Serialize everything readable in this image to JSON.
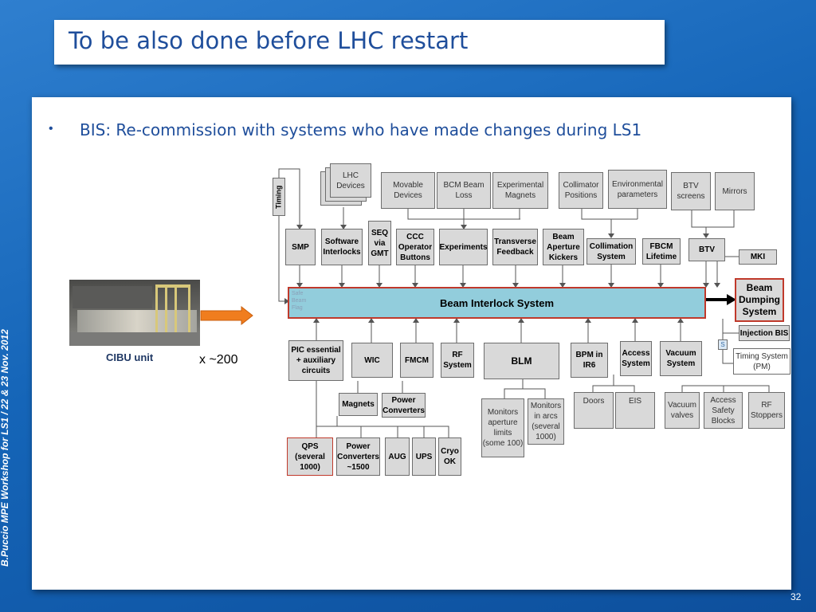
{
  "slide": {
    "title": "To be also done before LHC restart",
    "bullet": "BIS: Re-commission with systems who have made changes  during LS1",
    "bullet_marker": "•",
    "side_text": "B.Puccio  MPE Workshop for LS1 /  22 & 23 Nov. 2012",
    "page_number": "32",
    "photo_label": "CIBU unit",
    "multiplier": "x ~200"
  },
  "diagram": {
    "timing": "Timing",
    "lhc_devices": "LHC Devices",
    "movable_devices": "Movable Devices",
    "bcm": "BCM Beam Loss",
    "experimental_magnets": "Experimental Magnets",
    "collimator_positions": "Collimator Positions",
    "environmental_parameters": "Environmental parameters",
    "btv_screens": "BTV screens",
    "mirrors": "Mirrors",
    "smp": "SMP",
    "software_interlocks": "Software Interlocks",
    "seq": "SEQ via GMT",
    "ccc": "CCC Operator Buttons",
    "experiments": "Experiments",
    "transverse_feedback": "Transverse Feedback",
    "beam_aperture_kickers": "Beam Aperture Kickers",
    "collimation_system": "Collimation System",
    "fbcm": "FBCM Lifetime",
    "btv": "BTV",
    "mki": "MKI",
    "safe_beam_flag": "Safe Beam Flag",
    "bis": "Beam Interlock System",
    "bds": "Beam Dumping System",
    "injection_bis": "Injection BIS",
    "timing_system": "Timing System (PM)",
    "pic": "PIC essential + auxiliary circuits",
    "wic": "WIC",
    "fmcm": "FMCM",
    "rf_system": "RF System",
    "blm": "BLM",
    "bpm": "BPM in IR6",
    "access_system": "Access System",
    "vacuum_system": "Vacuum System",
    "magnets": "Magnets",
    "power_converters": "Power Converters",
    "qps": "QPS (several 1000)",
    "power_converters_1500": "Power Converters ~1500",
    "aug": "AUG",
    "ups": "UPS",
    "cryo_ok": "Cryo OK",
    "monitors_aperture": "Monitors aperture limits (some 100)",
    "monitors_arcs": "Monitors in arcs (several 1000)",
    "doors": "Doors",
    "eis": "EIS",
    "vacuum_valves": "Vacuum valves",
    "access_safety_blocks": "Access Safety Blocks",
    "rf_stoppers": "RF Stoppers",
    "switch_label": "S"
  }
}
